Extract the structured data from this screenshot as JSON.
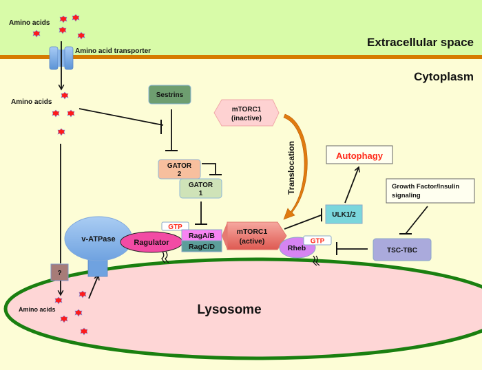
{
  "regions": {
    "extracellular": "Extracellular space",
    "cytoplasm": "Cytoplasm",
    "lysosome": "Lysosome"
  },
  "labels": {
    "amino_acids_outside": "Amino acids",
    "amino_acid_transporter": "Amino acid transporter",
    "amino_acids_cytoplasm": "Amino acids",
    "amino_acids_lysosome": "Amino acids",
    "unknown_transporter": "?",
    "translocation": "Translocation"
  },
  "nodes": {
    "sestrins": "Sestrins",
    "gator2_line1": "GATOR",
    "gator2_line2": "2",
    "gator1_line1": "GATOR",
    "gator1_line2": "1",
    "mtorc1_inactive_line1": "mTORC1",
    "mtorc1_inactive_line2": "(inactive)",
    "mtorc1_active_line1": "mTORC1",
    "mtorc1_active_line2": "(active)",
    "autophagy": "Autophagy",
    "growth_factor_line1": "Growth Factor/Insulin",
    "growth_factor_line2": "signaling",
    "ulk": "ULK1/2",
    "tsc_tbc": "TSC-TBC",
    "rheb": "Rheb",
    "gtp_rheb": "GTP",
    "gtp_rag": "GTP",
    "raga_b": "RagA/B",
    "ragc_d": "RagC/D",
    "ragulator": "Ragulator",
    "v_atpase": "v-ATPase"
  },
  "colors": {
    "extracellular_bg": "#d8fba8",
    "cytoplasm_bg": "#fdfdd6",
    "membrane": "#d67a00",
    "lysosome_fill": "#fed6d6",
    "lysosome_border": "#1a7f10",
    "amino_acid": "#ff1a1a",
    "autophagy_text": "#ff2a1a",
    "gtp_text": "#ff2a1a"
  }
}
